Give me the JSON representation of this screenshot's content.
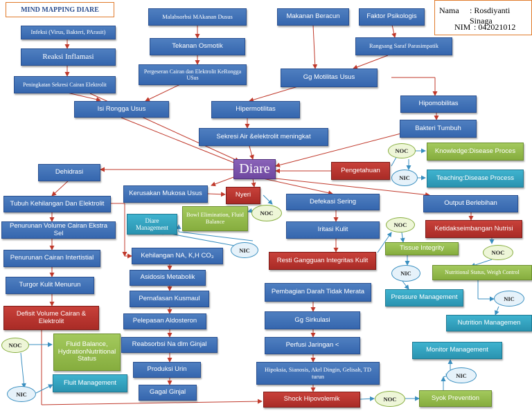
{
  "title": "MIND MAPPING DIARE",
  "author": {
    "name_label": "Nama",
    "name_value": ": Rosdiyanti Sinaga",
    "nim_label": "NIM",
    "nim_value": ": 042021012"
  },
  "nodes": {
    "infeksi": "Infeksi (Virus, Bakteri, PArasit)",
    "reaksi": "Reaksi Inflamasi",
    "peningkatan": "Peningkatan Sekresi Cairan Elektrolit",
    "isi_rongga": "Isi Rongga Usus",
    "malabsorbsi": "Malabsorbsi MAkanan Dusus",
    "tekanan": "Tekanan  Osmotik",
    "pergeseran": "Pergeseran Cairan dan Elektrolit KeRongga USus",
    "hipermotilitas": "Hipermotilitas",
    "sekresi": "Sekresi Air &elektrolit meningkat",
    "makanan": "Makanan Beracun",
    "psikologis": "Faktor Psikologis",
    "rangsang": "Rangsang Saraf Parasimpatik",
    "gg_motilitas": "Gg Motilitas Usus",
    "hipomobilitas": "Hipomobilitas",
    "bakteri": "Bakteri Tumbuh",
    "diare": "Diare",
    "pengetahuan": "Pengetahuan",
    "knowledge": "Knowledge:Disease Proces",
    "teaching": "Teaching:Disease Process",
    "dehidrasi": "Dehidrasi",
    "tubuh": "Tubuh Kehilangan Dan Elektrolit",
    "penurunan_volume": "Penurunan Volume Cairan Ekstra Sel",
    "penurunan_intertistial": "Penurunan Cairan Intertistial",
    "turgor": "Turgor Kulit Menurun",
    "defisit": "Defisit Volume Cairan & Elektrolit",
    "fluid_balance": "Fluid Balance, HydrationNutritional Status",
    "fluit_management": "Fluit Management",
    "kerusakan": "Kerusakan Mukosa Usus",
    "nyeri": "Nyeri",
    "diare_management": "Diare Management",
    "bowl": "Bowl Elimination, Fluid Balance",
    "kehilangan_na": "Kehilangan NA, K,H CO₃",
    "asidosis": "Asidosis Metabolik",
    "pernafasan": "Pernafasan Kusmaul",
    "pelepasan": "Pelepasan Aldosteron",
    "reabsorbsi": "Reabsorbsi Na dlm Ginjal",
    "produksi": "Produksi Urin",
    "gagal": "Gagal Ginjal",
    "defekasi": "Defekasi Sering",
    "iritasi": "Iritasi Kulit",
    "resti": "Resti Gangguan Integritas Kulit",
    "tissue": "Tissue Integrity",
    "pressure": "Pressure Management",
    "pembagian": "Pembagian Darah Tidak Merata",
    "gg_sirkulasi": "Gg Sirkulasi",
    "perfusi": "Perfusi Jaringan <",
    "hipoksia": "Hipoksia, Sianosis, Akrl Dingin, Gelisah, TD turun",
    "shock": "Shock Hipovolemik",
    "syok": "Syok Prevention",
    "monitor": "Monitor Management",
    "output": "Output Berlebihan",
    "ketidakseimbangan": "Ketidakseimbangan Nutrisi",
    "nutritional": "Nutritional Status, Weigh Control",
    "nutrition_management": "Nutrition Managemen"
  },
  "noc_label": "NOC",
  "nic_label": "NIC"
}
